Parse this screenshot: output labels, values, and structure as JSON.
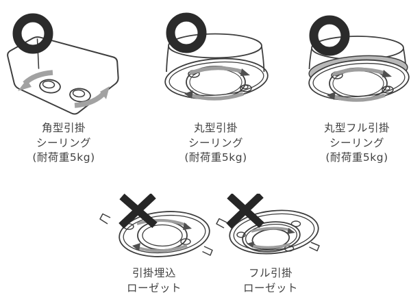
{
  "diagram": {
    "background": "#ffffff",
    "line_color": "#3d3d3d",
    "mark_color": "#2b2b2b",
    "arrow_color": "#9e9e9e",
    "band_color": "#b8b8b8",
    "text_color": "#414141",
    "fixtures": [
      {
        "id": "square-hook-ceiling",
        "mark": "circle",
        "caption_lines": [
          "角型引掛",
          "シーリング",
          "(耐荷重5kg)"
        ]
      },
      {
        "id": "round-hook-ceiling",
        "mark": "circle",
        "caption_lines": [
          "丸型引掛",
          "シーリング",
          "(耐荷重5kg)"
        ]
      },
      {
        "id": "round-full-hook-ceiling",
        "mark": "circle",
        "caption_lines": [
          "丸型フル引掛",
          "シーリング",
          "(耐荷重5kg)"
        ]
      },
      {
        "id": "hook-embedded-rosette",
        "mark": "cross",
        "caption_lines": [
          "引掛埋込",
          "ローゼット"
        ]
      },
      {
        "id": "full-hook-rosette",
        "mark": "cross",
        "caption_lines": [
          "フル引掛",
          "ローゼット"
        ]
      }
    ]
  }
}
